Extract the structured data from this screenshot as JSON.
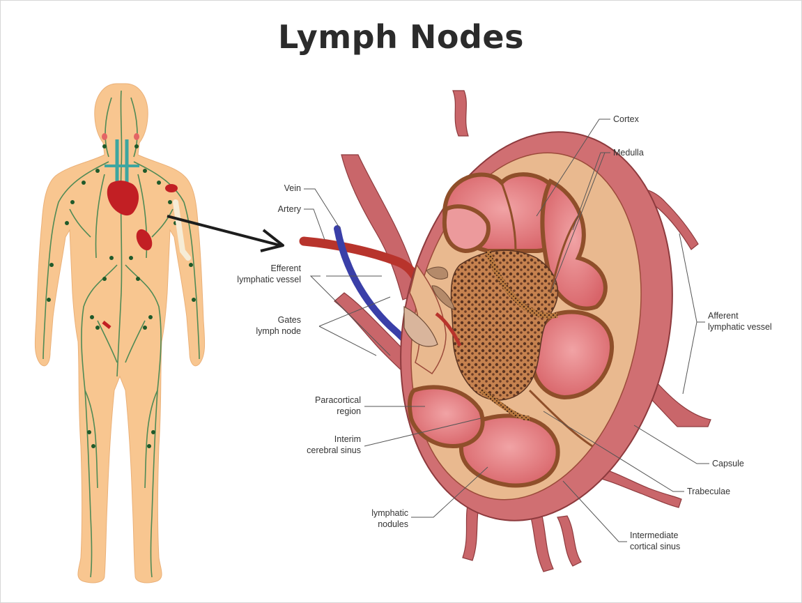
{
  "title": "Lymph Nodes",
  "labels": {
    "vein": "Vein",
    "artery": "Artery",
    "efferent_1": "Efferent",
    "efferent_2": "lymphatic vessel",
    "gates_1": "Gates",
    "gates_2": "lymph node",
    "paracortical_1": "Paracortical",
    "paracortical_2": "region",
    "interim_1": "Interim",
    "interim_2": "cerebral sinus",
    "nodules_1": "lymphatic",
    "nodules_2": "nodules",
    "cortex": "Cortex",
    "medulla": "Medulla",
    "afferent_1": "Afferent",
    "afferent_2": "lymphatic vessel",
    "capsule": "Capsule",
    "trabeculae": "Trabeculae",
    "intermediate_1": "Intermediate",
    "intermediate_2": "cortical sinus"
  },
  "colors": {
    "skin": "#f8c690",
    "lymph_vessel": "#4f8a55",
    "node_outer": "#c9666a",
    "cortex_fill": "#e9b98f",
    "nodule": "#e07b7f",
    "heart": "#c21f24",
    "vein": "#3a3fa8",
    "artery": "#b8342c"
  }
}
